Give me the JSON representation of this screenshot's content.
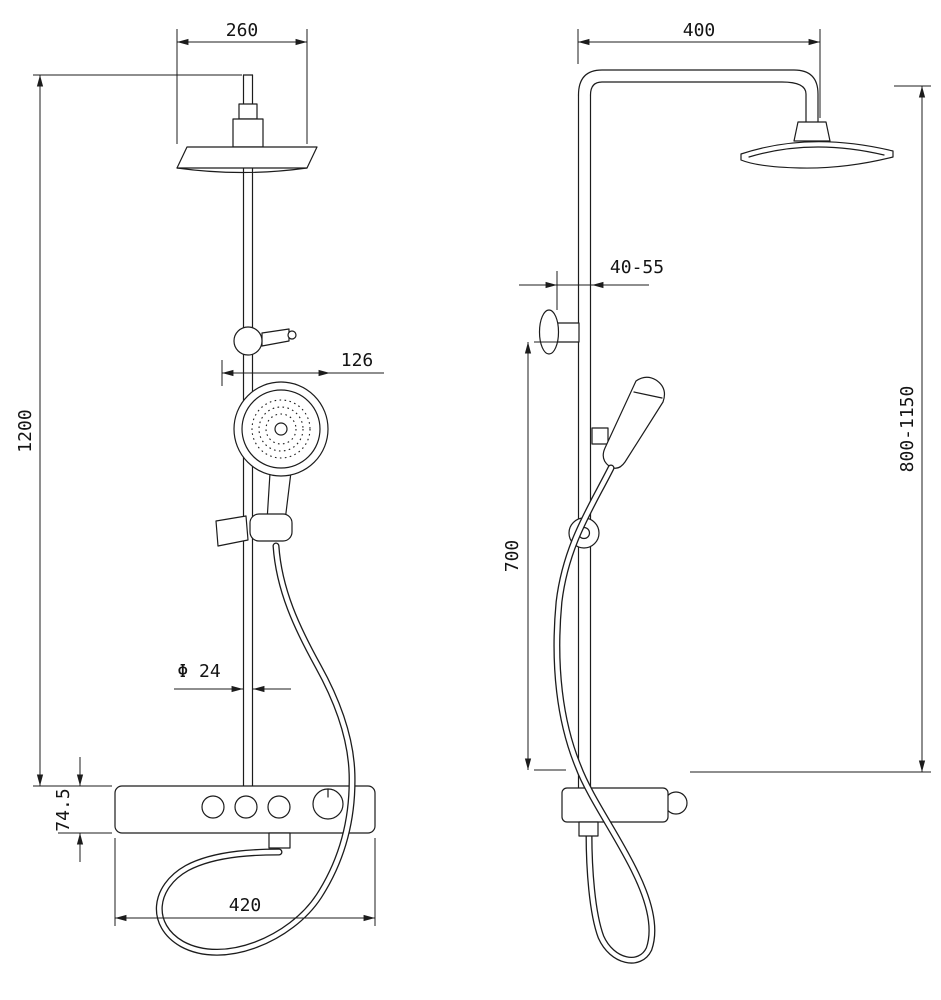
{
  "page": {
    "background": "#ffffff",
    "line_color": "#1c1c1c"
  },
  "front_view": {
    "dims": {
      "head_width": "260",
      "total_height": "1200",
      "hand_shower_width": "126",
      "pipe_diameter": "Φ 24",
      "shelf_height": "74.5",
      "shelf_width": "420"
    }
  },
  "side_view": {
    "dims": {
      "arm_reach": "400",
      "wall_clearance": "40-55",
      "height_range": "800-1150",
      "slide_bar_height": "700"
    }
  }
}
